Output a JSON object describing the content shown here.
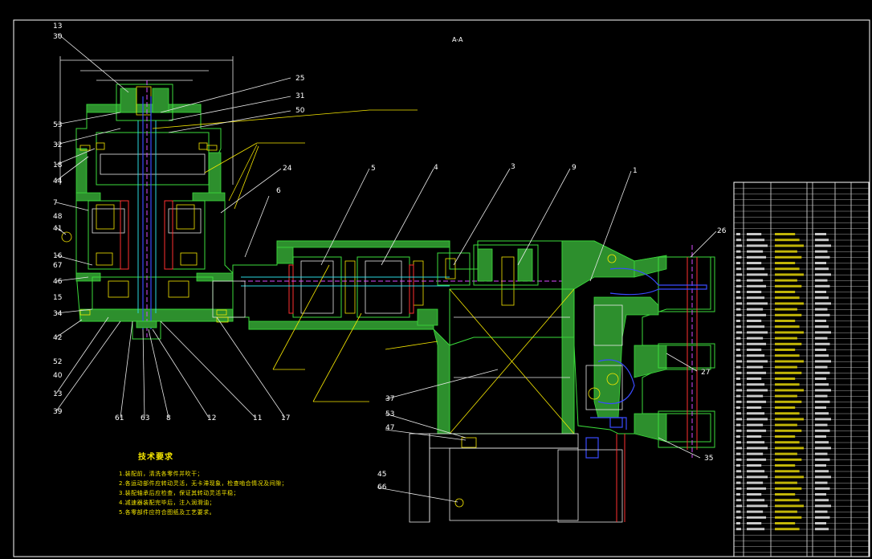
{
  "view_title": "A-A",
  "notes": {
    "title": "技术要求",
    "items": [
      "1.装配前，清洗各零件并吹干；",
      "2.各运动部件应转动灵活，无卡滞现象，检查啮合情况及间隙；",
      "3.装配轴承后应检查，保证其转动灵活平稳；",
      "4.减速器装配完毕后，注入润滑油；",
      "5.各零部件应符合图纸及工艺要求。"
    ]
  },
  "balloons_left": [
    "13",
    "30",
    "53",
    "32",
    "18",
    "44",
    "7",
    "48",
    "41",
    "16",
    "67",
    "46",
    "15",
    "34",
    "42",
    "52",
    "40",
    "13",
    "39"
  ],
  "balloons_top": [
    "25",
    "31",
    "50",
    "24",
    "6",
    "5",
    "4",
    "3",
    "9",
    "1",
    "26"
  ],
  "balloons_bottom": [
    "61",
    "63",
    "8",
    "12",
    "11",
    "17",
    "37",
    "53",
    "47",
    "45",
    "66"
  ],
  "balloons_right": [
    "27",
    "35"
  ],
  "colors": {
    "background": "#000000",
    "body": "#3bdc3b",
    "bolt": "#f5e600",
    "shaft": "#3a4bff",
    "hatch": "#2d8f2d"
  }
}
